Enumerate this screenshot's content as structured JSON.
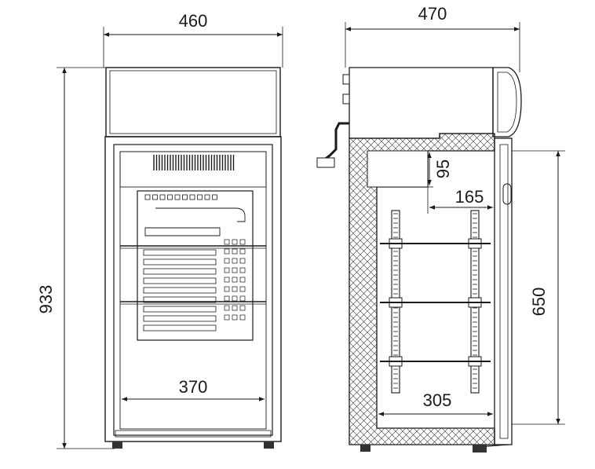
{
  "front_view": {
    "overall_width": "460",
    "overall_height": "933",
    "interior_width": "370"
  },
  "side_view": {
    "overall_depth": "470",
    "top_step_height": "95",
    "top_step_depth": "165",
    "interior_height": "650",
    "interior_depth": "305"
  }
}
